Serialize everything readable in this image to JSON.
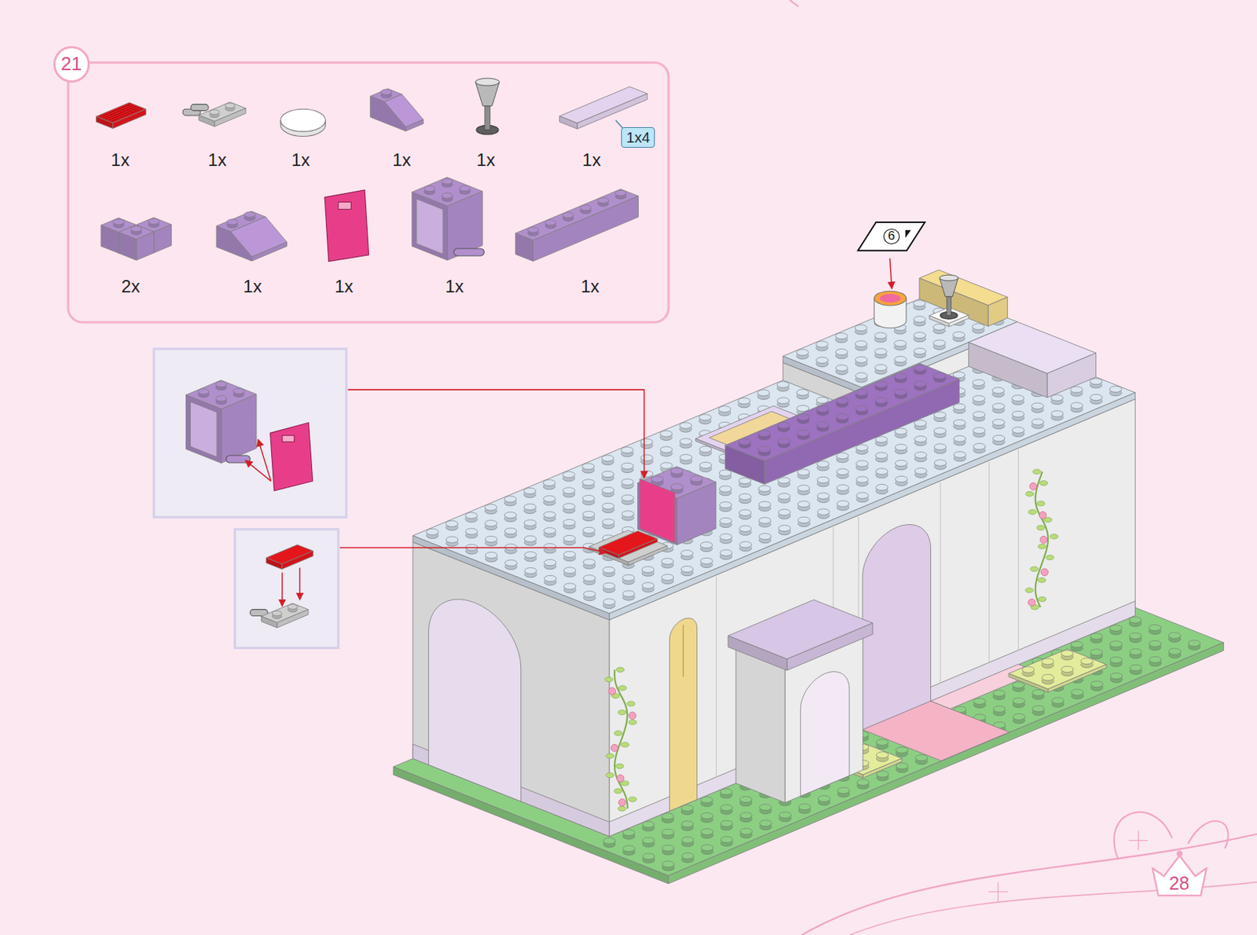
{
  "diagram": {
    "nodes": [
      {
        "text": [
          "21"
        ]
      },
      {
        "text": [
          "1x4"
        ]
      },
      {
        "text": [
          "6"
        ]
      },
      {
        "text": [
          "28"
        ]
      }
    ],
    "labels": [
      "1x",
      "1x",
      "1x",
      "1x",
      "1x",
      "1x",
      "2x",
      "1x",
      "1x",
      "1x",
      "1x"
    ]
  }
}
